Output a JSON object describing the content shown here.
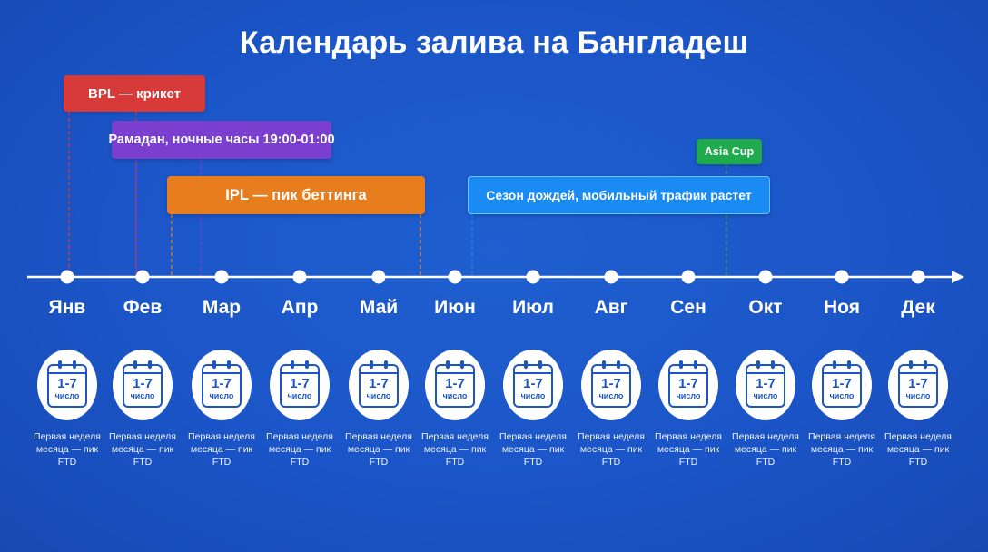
{
  "title": "Календарь залива на Бангладеш",
  "events": {
    "bpl": {
      "label": "BPL — крикет",
      "color": "#d83a3a"
    },
    "ramadan": {
      "label": "Рамадан, ночные часы 19:00-01:00",
      "color": "#7b3fd0"
    },
    "ipl": {
      "label": "IPL — пик беттинга",
      "color": "#e87d1e"
    },
    "rain": {
      "label": "Сезон дождей, мобильный трафик растет",
      "color": "#1a8bf2"
    },
    "asia": {
      "label": "Asia Cup",
      "color": "#1faa4e"
    }
  },
  "months": [
    "Янв",
    "Фев",
    "Мар",
    "Апр",
    "Май",
    "Июн",
    "Июл",
    "Авг",
    "Сен",
    "Окт",
    "Ноя",
    "Дек"
  ],
  "badge": {
    "number": "1-7",
    "subtitle": "число",
    "icon": "calendar-icon",
    "note_line1": "Первая неделя",
    "note_line2": "месяца — пик FTD"
  }
}
